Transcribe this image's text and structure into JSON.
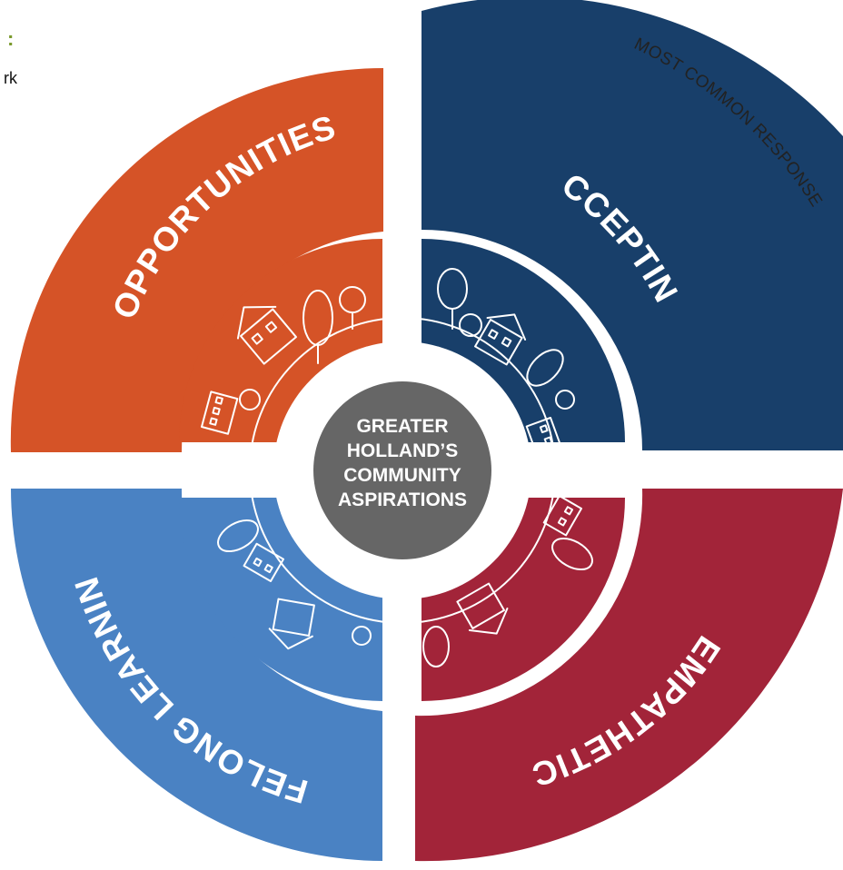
{
  "diagram": {
    "center": {
      "lines": [
        "GREATER",
        "HOLLAND’S",
        "COMMUNITY",
        "ASPIRATIONS"
      ],
      "color": "#666666"
    },
    "segments": [
      {
        "label": "ACCEPTING",
        "color": "#183f6a",
        "note": "MOST COMMON RESPONSE"
      },
      {
        "label": "EMPATHETIC",
        "color": "#a22439"
      },
      {
        "label": "LIFELONG LEARNING",
        "color": "#4a82c3"
      },
      {
        "label": "OPPORTUNITIES",
        "color": "#d55327"
      }
    ],
    "edge_fragments": {
      "accent": ":",
      "accent_color": "#7a9a2c",
      "text": "rk"
    },
    "icons": [
      "house-sketch-icon",
      "tree-sketch-icon",
      "building-sketch-icon"
    ]
  }
}
